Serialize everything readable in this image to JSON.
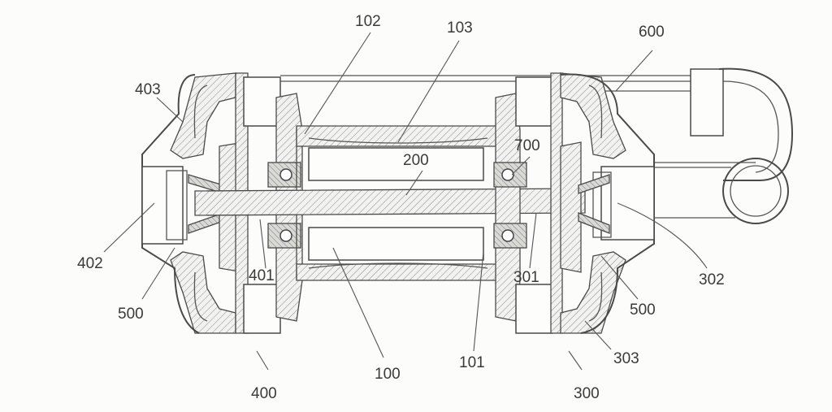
{
  "diagram": {
    "labels": {
      "l100": "100",
      "l101": "101",
      "l102": "102",
      "l103": "103",
      "l200": "200",
      "l300": "300",
      "l301": "301",
      "l302": "302",
      "l303": "303",
      "l400": "400",
      "l401": "401",
      "l402": "402",
      "l403": "403",
      "l500a": "500",
      "l500b": "500",
      "l600": "600",
      "l700": "700"
    }
  }
}
